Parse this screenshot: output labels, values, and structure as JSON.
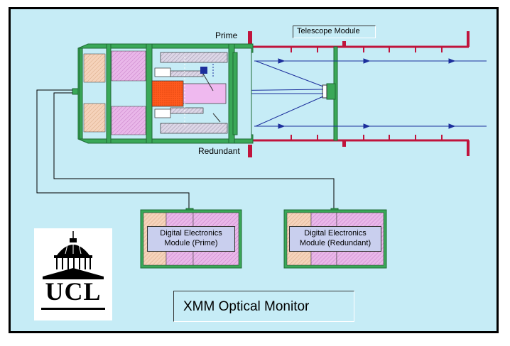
{
  "title": "XMM Optical Monitor",
  "labels": {
    "prime": "Prime",
    "redundant": "Redundant",
    "telescope_module": "Telescope Module"
  },
  "modules": {
    "prime": "Digital Electronics Module (Prime)",
    "redundant": "Digital Electronics Module (Redundant)"
  },
  "logo": {
    "text": "UCL"
  },
  "colors": {
    "background": "#c6ecf6",
    "tube": "#c0143c",
    "green": "#3aa858",
    "pink": "#e9b7e9",
    "tan": "#f5d3bb",
    "orange": "#ff5a1e",
    "ray": "#1c2f9c",
    "grey_body": "#d8d3e0"
  }
}
